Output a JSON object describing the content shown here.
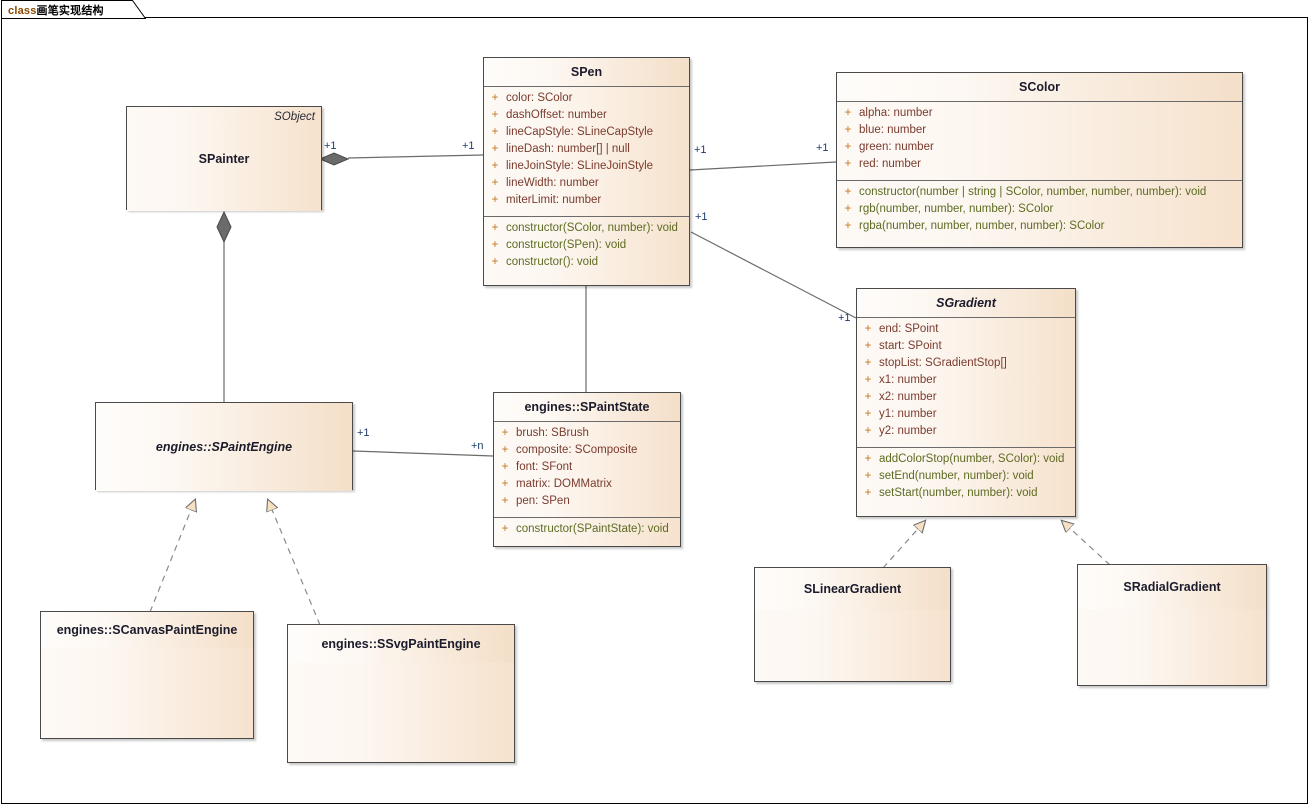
{
  "diagram": {
    "tab_keyword": "class",
    "tab_title": "画笔实现结构",
    "tab_full": "class画笔实现结构"
  },
  "classes": {
    "spainter": {
      "name": "SPainter",
      "stereotype": "SObject",
      "attributes": [],
      "methods": []
    },
    "spen": {
      "name": "SPen",
      "attributes": [
        {
          "vis": "+",
          "text": "color: SColor"
        },
        {
          "vis": "+",
          "text": "dashOffset: number"
        },
        {
          "vis": "+",
          "text": "lineCapStyle: SLineCapStyle"
        },
        {
          "vis": "+",
          "text": "lineDash: number[] | null"
        },
        {
          "vis": "+",
          "text": "lineJoinStyle: SLineJoinStyle"
        },
        {
          "vis": "+",
          "text": "lineWidth: number"
        },
        {
          "vis": "+",
          "text": "miterLimit: number"
        }
      ],
      "methods": [
        {
          "vis": "+",
          "text": "constructor(SColor, number): void"
        },
        {
          "vis": "+",
          "text": "constructor(SPen): void"
        },
        {
          "vis": "+",
          "text": "constructor(): void"
        }
      ]
    },
    "scolor": {
      "name": "SColor",
      "attributes": [
        {
          "vis": "+",
          "text": "alpha: number"
        },
        {
          "vis": "+",
          "text": "blue: number"
        },
        {
          "vis": "+",
          "text": "green: number"
        },
        {
          "vis": "+",
          "text": "red: number"
        }
      ],
      "methods": [
        {
          "vis": "+",
          "text": "constructor(number | string | SColor, number, number, number): void"
        },
        {
          "vis": "+",
          "text": "rgb(number, number, number): SColor"
        },
        {
          "vis": "+",
          "text": "rgba(number, number, number, number): SColor"
        }
      ]
    },
    "sgradient": {
      "name": "SGradient",
      "abstract": true,
      "attributes": [
        {
          "vis": "+",
          "text": "end: SPoint"
        },
        {
          "vis": "+",
          "text": "start: SPoint"
        },
        {
          "vis": "+",
          "text": "stopList: SGradientStop[]"
        },
        {
          "vis": "+",
          "text": "x1: number"
        },
        {
          "vis": "+",
          "text": "x2: number"
        },
        {
          "vis": "+",
          "text": "y1: number"
        },
        {
          "vis": "+",
          "text": "y2: number"
        }
      ],
      "methods": [
        {
          "vis": "+",
          "text": "addColorStop(number, SColor): void"
        },
        {
          "vis": "+",
          "text": "setEnd(number, number): void"
        },
        {
          "vis": "+",
          "text": "setStart(number, number): void"
        }
      ]
    },
    "spaintengine": {
      "name": "engines::SPaintEngine",
      "abstract": true,
      "attributes": [],
      "methods": []
    },
    "spaintstate": {
      "name": "engines::SPaintState",
      "attributes": [
        {
          "vis": "+",
          "text": "brush: SBrush"
        },
        {
          "vis": "+",
          "text": "composite: SComposite"
        },
        {
          "vis": "+",
          "text": "font: SFont"
        },
        {
          "vis": "+",
          "text": "matrix: DOMMatrix"
        },
        {
          "vis": "+",
          "text": "pen: SPen"
        }
      ],
      "methods": [
        {
          "vis": "+",
          "text": "constructor(SPaintState): void"
        }
      ]
    },
    "scanvaspaintengine": {
      "name": "engines::SCanvasPaintEngine",
      "attributes": [],
      "methods": []
    },
    "ssvgpaintengine": {
      "name": "engines::SSvgPaintEngine",
      "attributes": [],
      "methods": []
    },
    "slineargradient": {
      "name": "SLinearGradient",
      "attributes": [],
      "methods": []
    },
    "sradialgradient": {
      "name": "SRadialGradient",
      "attributes": [],
      "methods": []
    }
  },
  "relationships": [
    {
      "id": "painter-pen",
      "type": "composition",
      "from": "SPainter",
      "to": "SPen",
      "from_mult": "+1",
      "to_mult": "+1"
    },
    {
      "id": "pen-color",
      "type": "association",
      "from": "SPen",
      "to": "SColor",
      "from_mult": "+1",
      "to_mult": "+1"
    },
    {
      "id": "pen-gradient",
      "type": "association",
      "from": "SPen",
      "to": "SGradient",
      "from_mult": "+1",
      "to_mult": "+1"
    },
    {
      "id": "painter-engine",
      "type": "composition",
      "from": "SPainter",
      "to": "engines::SPaintEngine",
      "from_mult": "",
      "to_mult": ""
    },
    {
      "id": "engine-state",
      "type": "association",
      "from": "engines::SPaintEngine",
      "to": "engines::SPaintState",
      "from_mult": "+1",
      "to_mult": "+n"
    },
    {
      "id": "pen-state",
      "type": "association",
      "from": "SPen",
      "to": "engines::SPaintState",
      "from_mult": "",
      "to_mult": ""
    },
    {
      "id": "canvas-engine",
      "type": "realization",
      "from": "engines::SCanvasPaintEngine",
      "to": "engines::SPaintEngine"
    },
    {
      "id": "svg-engine",
      "type": "realization",
      "from": "engines::SSvgPaintEngine",
      "to": "engines::SPaintEngine"
    },
    {
      "id": "linear-gradient",
      "type": "realization",
      "from": "SLinearGradient",
      "to": "SGradient"
    },
    {
      "id": "radial-gradient",
      "type": "realization",
      "from": "SRadialGradient",
      "to": "SGradient"
    }
  ],
  "multiplicity_labels": [
    {
      "id": "m-painter-right",
      "text": "+1"
    },
    {
      "id": "m-pen-left",
      "text": "+1"
    },
    {
      "id": "m-pen-right",
      "text": "+1"
    },
    {
      "id": "m-color-left",
      "text": "+1"
    },
    {
      "id": "m-pen-lower-right",
      "text": "+1"
    },
    {
      "id": "m-gradient-left",
      "text": "+1"
    },
    {
      "id": "m-engine-right",
      "text": "+1"
    },
    {
      "id": "m-state-left",
      "text": "+n"
    }
  ],
  "colors": {
    "box_fill_light": "#fdf9f5",
    "box_fill_dark": "#f6e2cd",
    "box_border": "#4a4a4a",
    "attr_text": "#7a3b2e",
    "method_text": "#5d6b22",
    "visibility": "#c2741c",
    "title_text": "#1b1b2b",
    "multiplicity": "#1d3b6e",
    "connector": "#555555",
    "keyword": "#8a4b00"
  }
}
